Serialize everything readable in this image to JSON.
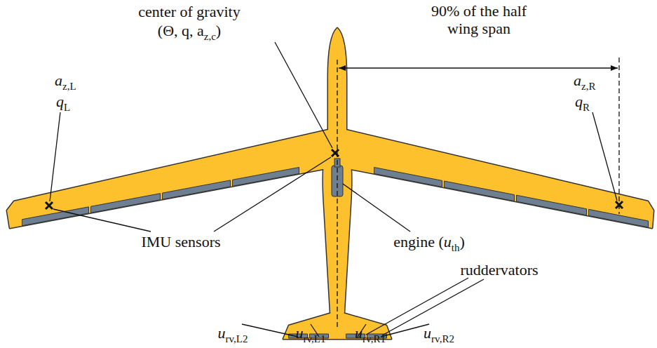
{
  "diagram": {
    "labels": [
      "90% of the half wing span",
      "center of gravity",
      "(Θ, q, a",
      "z,c",
      ")",
      "a",
      "z,L",
      "q",
      "L",
      "a",
      "z,R",
      "q",
      "R",
      "IMU sensors",
      "engine (",
      "u",
      "th",
      ")",
      "ruddervators",
      "u",
      "rv,L2",
      "u",
      "rv,L1",
      "u",
      "rv,R1",
      "u",
      "rv,R2"
    ]
  }
}
